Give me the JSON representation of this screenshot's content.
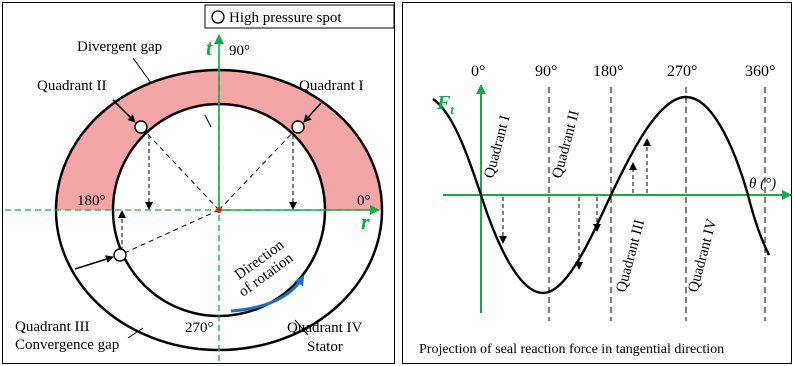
{
  "left": {
    "legend": "High pressure spot",
    "divergent_gap": "Divergent gap",
    "convergence_gap": "Convergence gap",
    "quadrant_1": "Quadrant I",
    "quadrant_2": "Quadrant II",
    "quadrant_3": "Quadrant III",
    "quadrant_4": "Quadrant IV",
    "stator": "Stator",
    "deg_90": "90°",
    "deg_180": "180°",
    "deg_0": "0°",
    "deg_270": "270°",
    "axis_t": "t",
    "axis_r": "r",
    "rotation_line1": "Direction",
    "rotation_line2": "of rotation"
  },
  "right": {
    "caption": "Projection of seal reaction force in tangential direction",
    "axis_y": "F",
    "axis_y_sub": "t",
    "axis_x": "θ (°)",
    "ticks": [
      "0°",
      "90°",
      "180°",
      "270°",
      "360°"
    ],
    "q1": "Quadrant I",
    "q2": "Quadrant II",
    "q3": "Quadrant III",
    "q4": "Quadrant IV"
  },
  "colors": {
    "divergent_fill": "#f4a6a6",
    "axis_green": "#1aa84a",
    "rotation_blue": "#1f6fc4",
    "center_red": "#d6261c"
  }
}
